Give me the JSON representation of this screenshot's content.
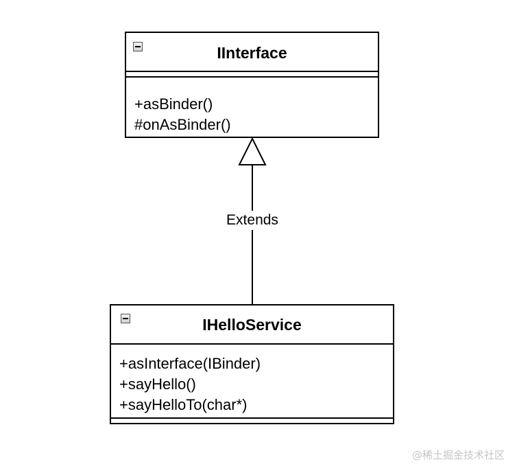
{
  "diagram": {
    "parent_class": {
      "name": "IInterface",
      "attributes": [],
      "operations": [
        "+asBinder()",
        "#onAsBinder()"
      ]
    },
    "child_class": {
      "name": "IHelloService",
      "attributes": [],
      "operations": [
        "+asInterface(IBinder)",
        "+sayHello()",
        "+sayHelloTo(char*)"
      ]
    },
    "relationship": {
      "type": "generalization",
      "label": "Extends"
    }
  },
  "watermark": "@稀土掘金技术社区",
  "icons": {
    "collapse": "collapse-minus-icon"
  }
}
